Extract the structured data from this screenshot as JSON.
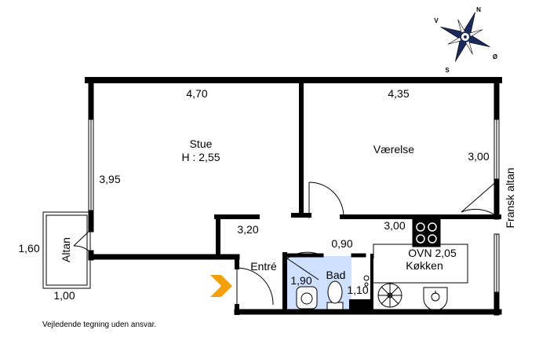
{
  "rooms": {
    "stue": {
      "name": "Stue",
      "height": "H : 2,55"
    },
    "vaerelse": {
      "name": "Værelse"
    },
    "entre": {
      "name": "Entré"
    },
    "bad": {
      "name": "Bad"
    },
    "koekken": {
      "name": "Køkken",
      "oven": "OVN 2,05"
    },
    "altan": {
      "name": "Altan"
    },
    "fransk_altan": {
      "name": "Fransk altan"
    }
  },
  "dimensions": {
    "stue_width": "4,70",
    "stue_depth": "3,95",
    "vaerelse_width": "4,35",
    "vaerelse_depth": "3,00",
    "entre_width": "3,20",
    "hall_width": "0,90",
    "koekken_width": "3,00",
    "bad_depth": "1,90",
    "bad_width": "1,10",
    "altan_depth": "1,60",
    "altan_width": "1,00"
  },
  "compass": {
    "north": "N",
    "east": "Ø",
    "south": "S",
    "west": "V"
  },
  "footer": {
    "disclaimer": "Vejledende tegning uden ansvar."
  },
  "colors": {
    "bathroom_floor": "#cfe0ff",
    "entrance_arrow": "#f2a00f",
    "walls": "#000000"
  }
}
